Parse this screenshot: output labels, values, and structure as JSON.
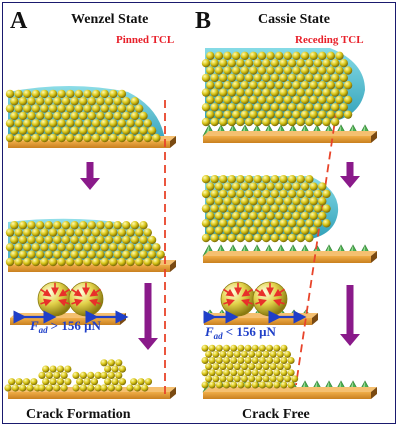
{
  "panels": [
    {
      "letter": "A",
      "title": "Wenzel State",
      "tcl_label": "Pinned TCL",
      "force_symbol": "F",
      "force_subscript": "ad",
      "force_relation": "> 156 μN",
      "outcome": "Crack Formation"
    },
    {
      "letter": "B",
      "title": "Cassie State",
      "tcl_label": "Receding TCL",
      "force_symbol": "F",
      "force_subscript": "ad",
      "force_relation": "< 156 μN",
      "outcome": "Crack Free"
    }
  ],
  "colors": {
    "substrate_top": "#d9922e",
    "substrate_side": "#7a4a12",
    "droplet": "#5fc6d6",
    "particle": "#d8c416",
    "particle_dark": "#8a7a08",
    "pillar": "#4caf50",
    "pillar_light": "#b8eab0",
    "arrow": "#8a1a8a",
    "dashed_line": "#e8442a",
    "tcl_text": "#e8202a",
    "force_arrow": "#1f3fc8",
    "force_text": "#1f3fc8"
  }
}
